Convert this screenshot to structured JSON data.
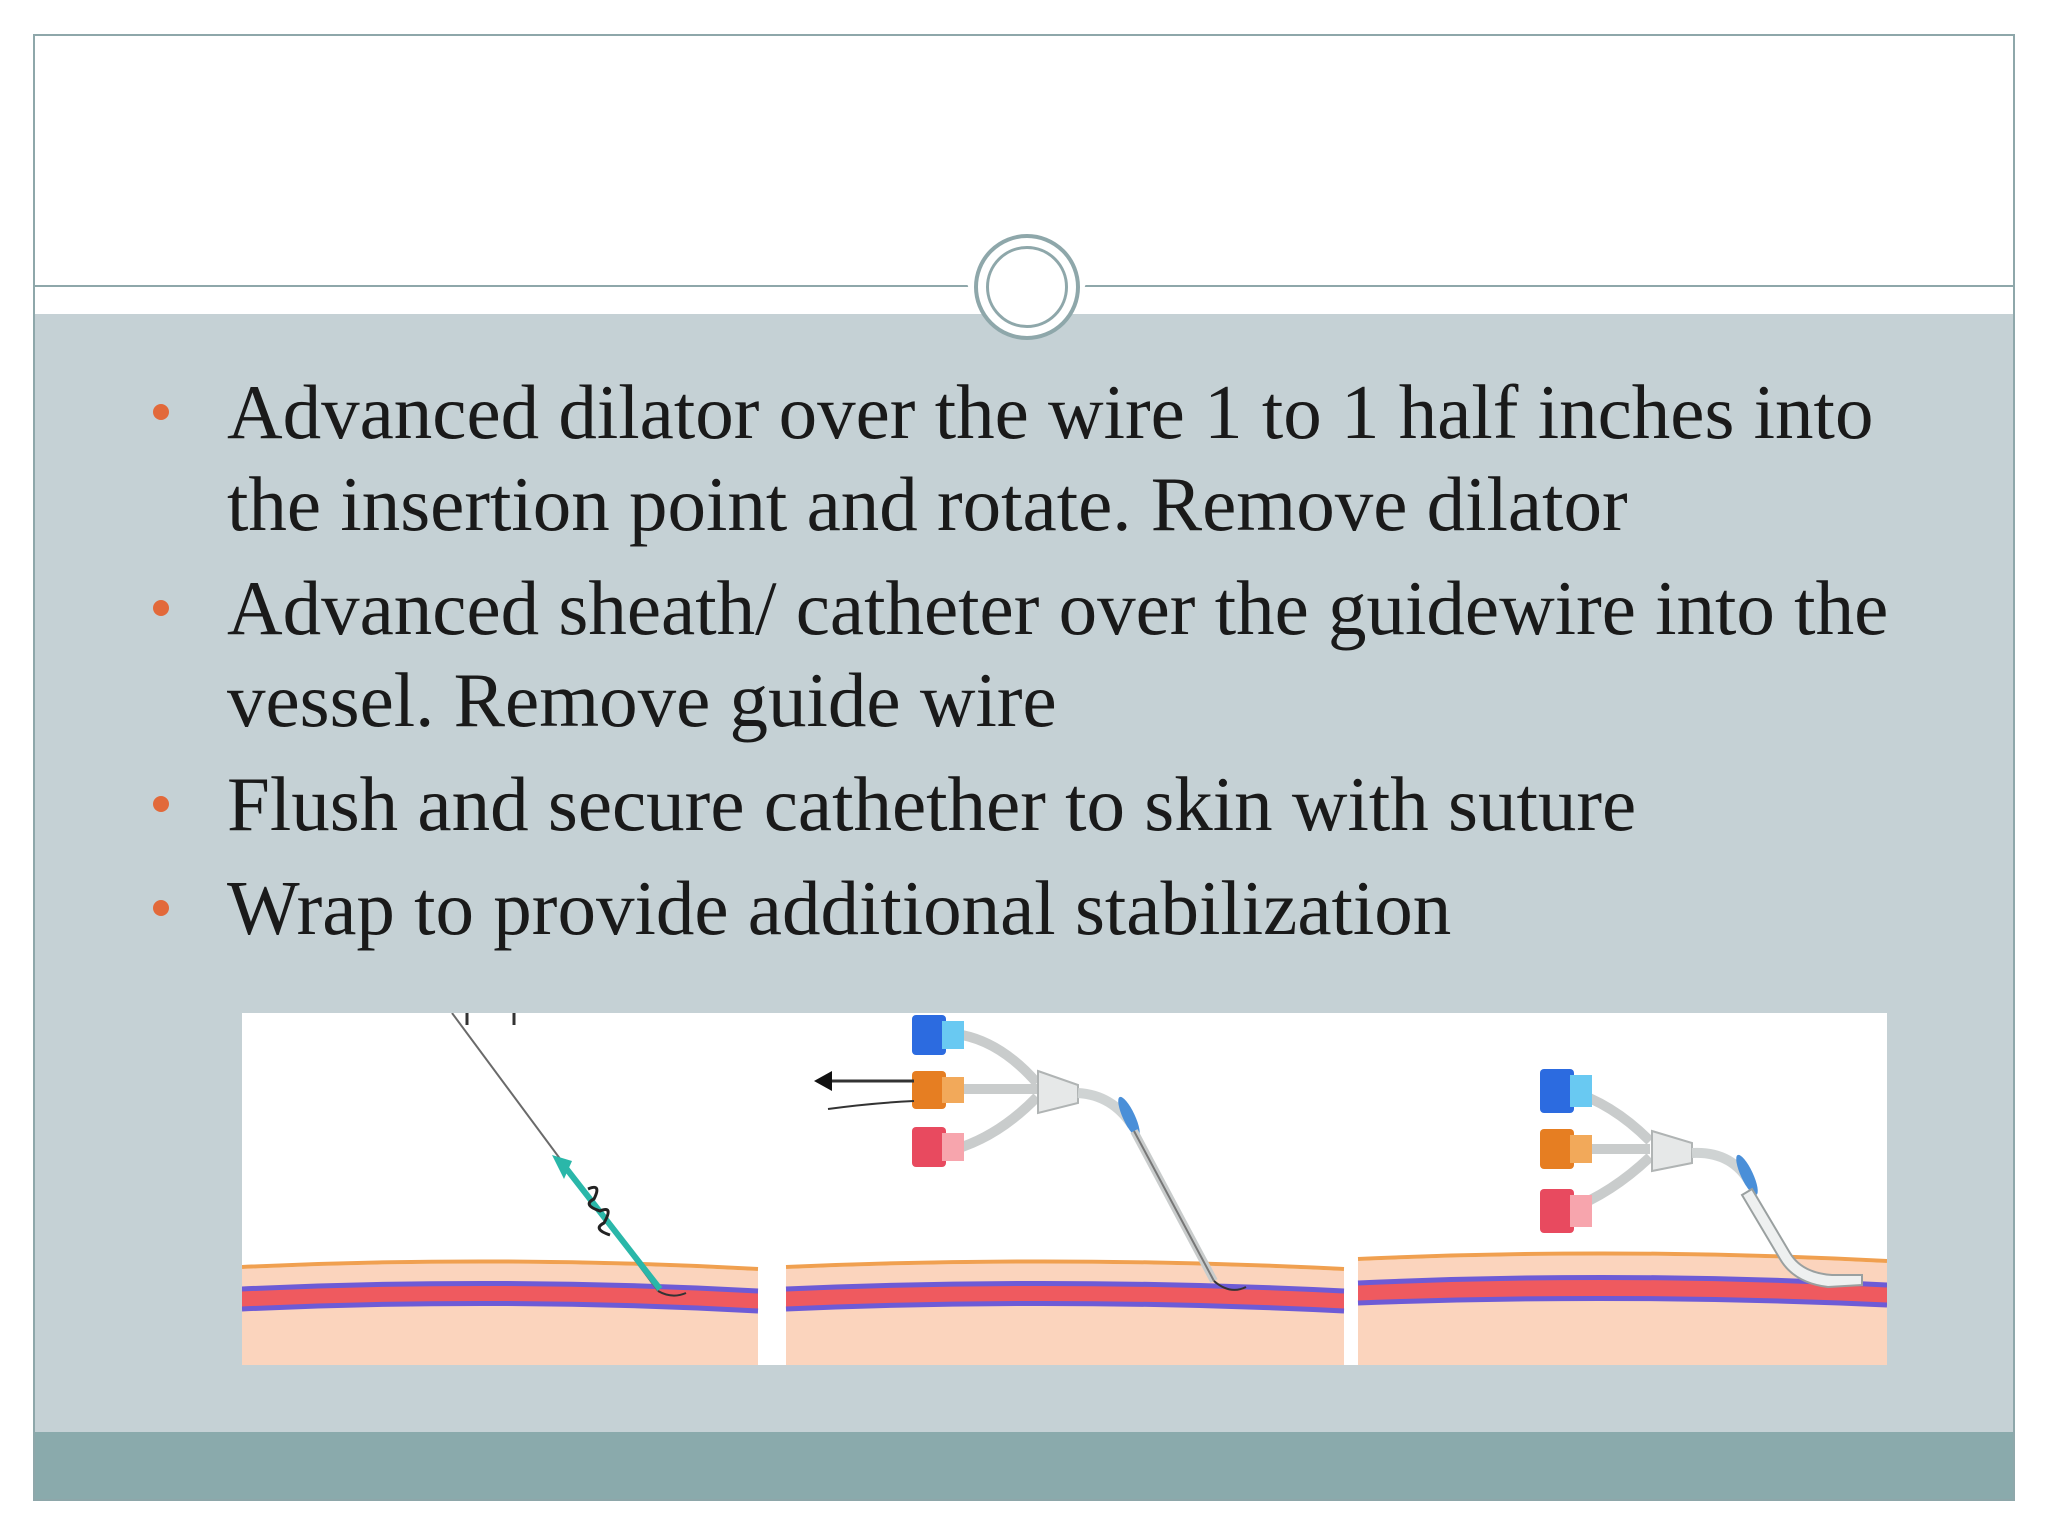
{
  "slide": {
    "bullets": [
      {
        "text": "Advanced dilator over the wire 1 to 1 half inches into the insertion point and rotate. Remove dilator"
      },
      {
        "text": "Advanced sheath/ catheter over the guidewire into the vessel. Remove guide wire"
      },
      {
        "text": "Flush and secure cathether to skin with suture"
      },
      {
        "text": "Wrap to provide additional stabilization"
      }
    ]
  },
  "colors": {
    "bullet": "#e2693a",
    "body_background": "#c5d1d5",
    "footer": "#8aaaac",
    "rule": "#8ea7aa"
  },
  "illustration": {
    "panels": [
      "dilator-over-guidewire",
      "catheter-with-guidewire-removal",
      "catheter-in-vessel"
    ]
  }
}
